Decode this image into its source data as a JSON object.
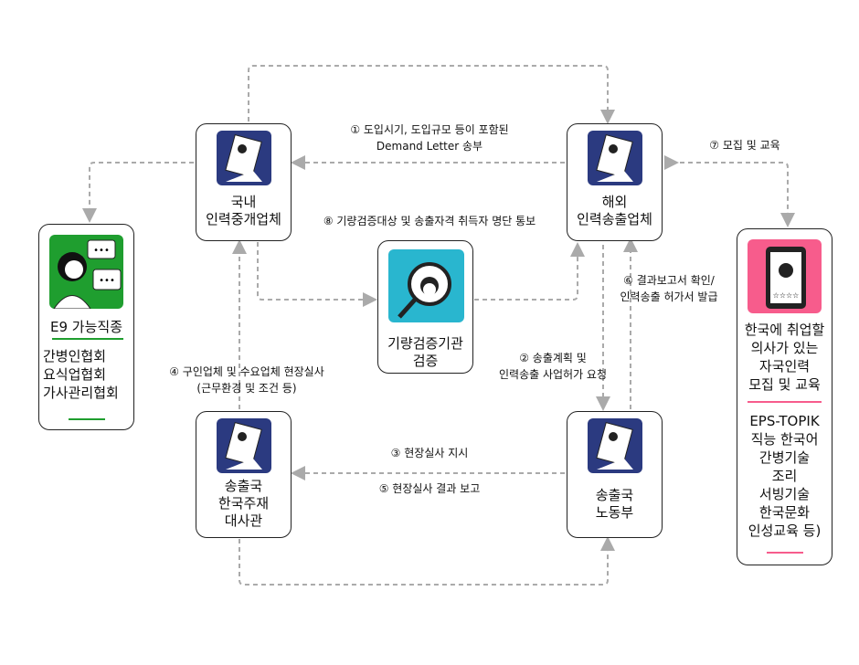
{
  "nodes": {
    "domestic_agency": {
      "line1": "국내",
      "line2": "인력중개업체"
    },
    "overseas_agency": {
      "line1": "해외",
      "line2": "인력송출업체"
    },
    "verification": {
      "line1": "기량검증기관",
      "line2": "검증"
    },
    "embassy": {
      "line1": "송출국",
      "line2": "한국주재",
      "line3": "대사관"
    },
    "labor_ministry": {
      "line1": "송출국",
      "line2": "노동부"
    }
  },
  "left_panel": {
    "heading": "E9 가능직종",
    "items": [
      "간병인협회",
      "요식업협회",
      "가사관리협회"
    ]
  },
  "right_panel": {
    "heading_lines": [
      "한국에 취업할",
      "의사가 있는",
      "자국인력",
      "모집 및 교육"
    ],
    "items": [
      "EPS-TOPIK",
      "직능 한국어",
      "간병기술",
      "조리",
      "서빙기술",
      "한국문화",
      "인성교육 등)"
    ]
  },
  "steps": {
    "s1a": "① 도입시기, 도입규모 등이 포함된",
    "s1b": "Demand Letter 송부",
    "s2a": "② 송출계획 및",
    "s2b": "인력송출 사업허가 요청",
    "s3": "③ 현장실사 지시",
    "s4a": "④ 구인업체 및 수요업체 현장실사",
    "s4b": "(근무환경 및 조건 등)",
    "s5": "⑤ 현장실사 결과 보고",
    "s6a": "⑥ 결과보고서 확인/",
    "s6b": "인력송출 허가서 발급",
    "s7": "⑦ 모집 및 교육",
    "s8": "⑧ 기량검증대상 및 송출자격 취득자 명단 통보"
  },
  "colors": {
    "navy": "#2b3a80",
    "teal": "#29b6cf",
    "green": "#1f9e2f",
    "pink": "#f75c8c",
    "line": "#aaaaaa"
  }
}
